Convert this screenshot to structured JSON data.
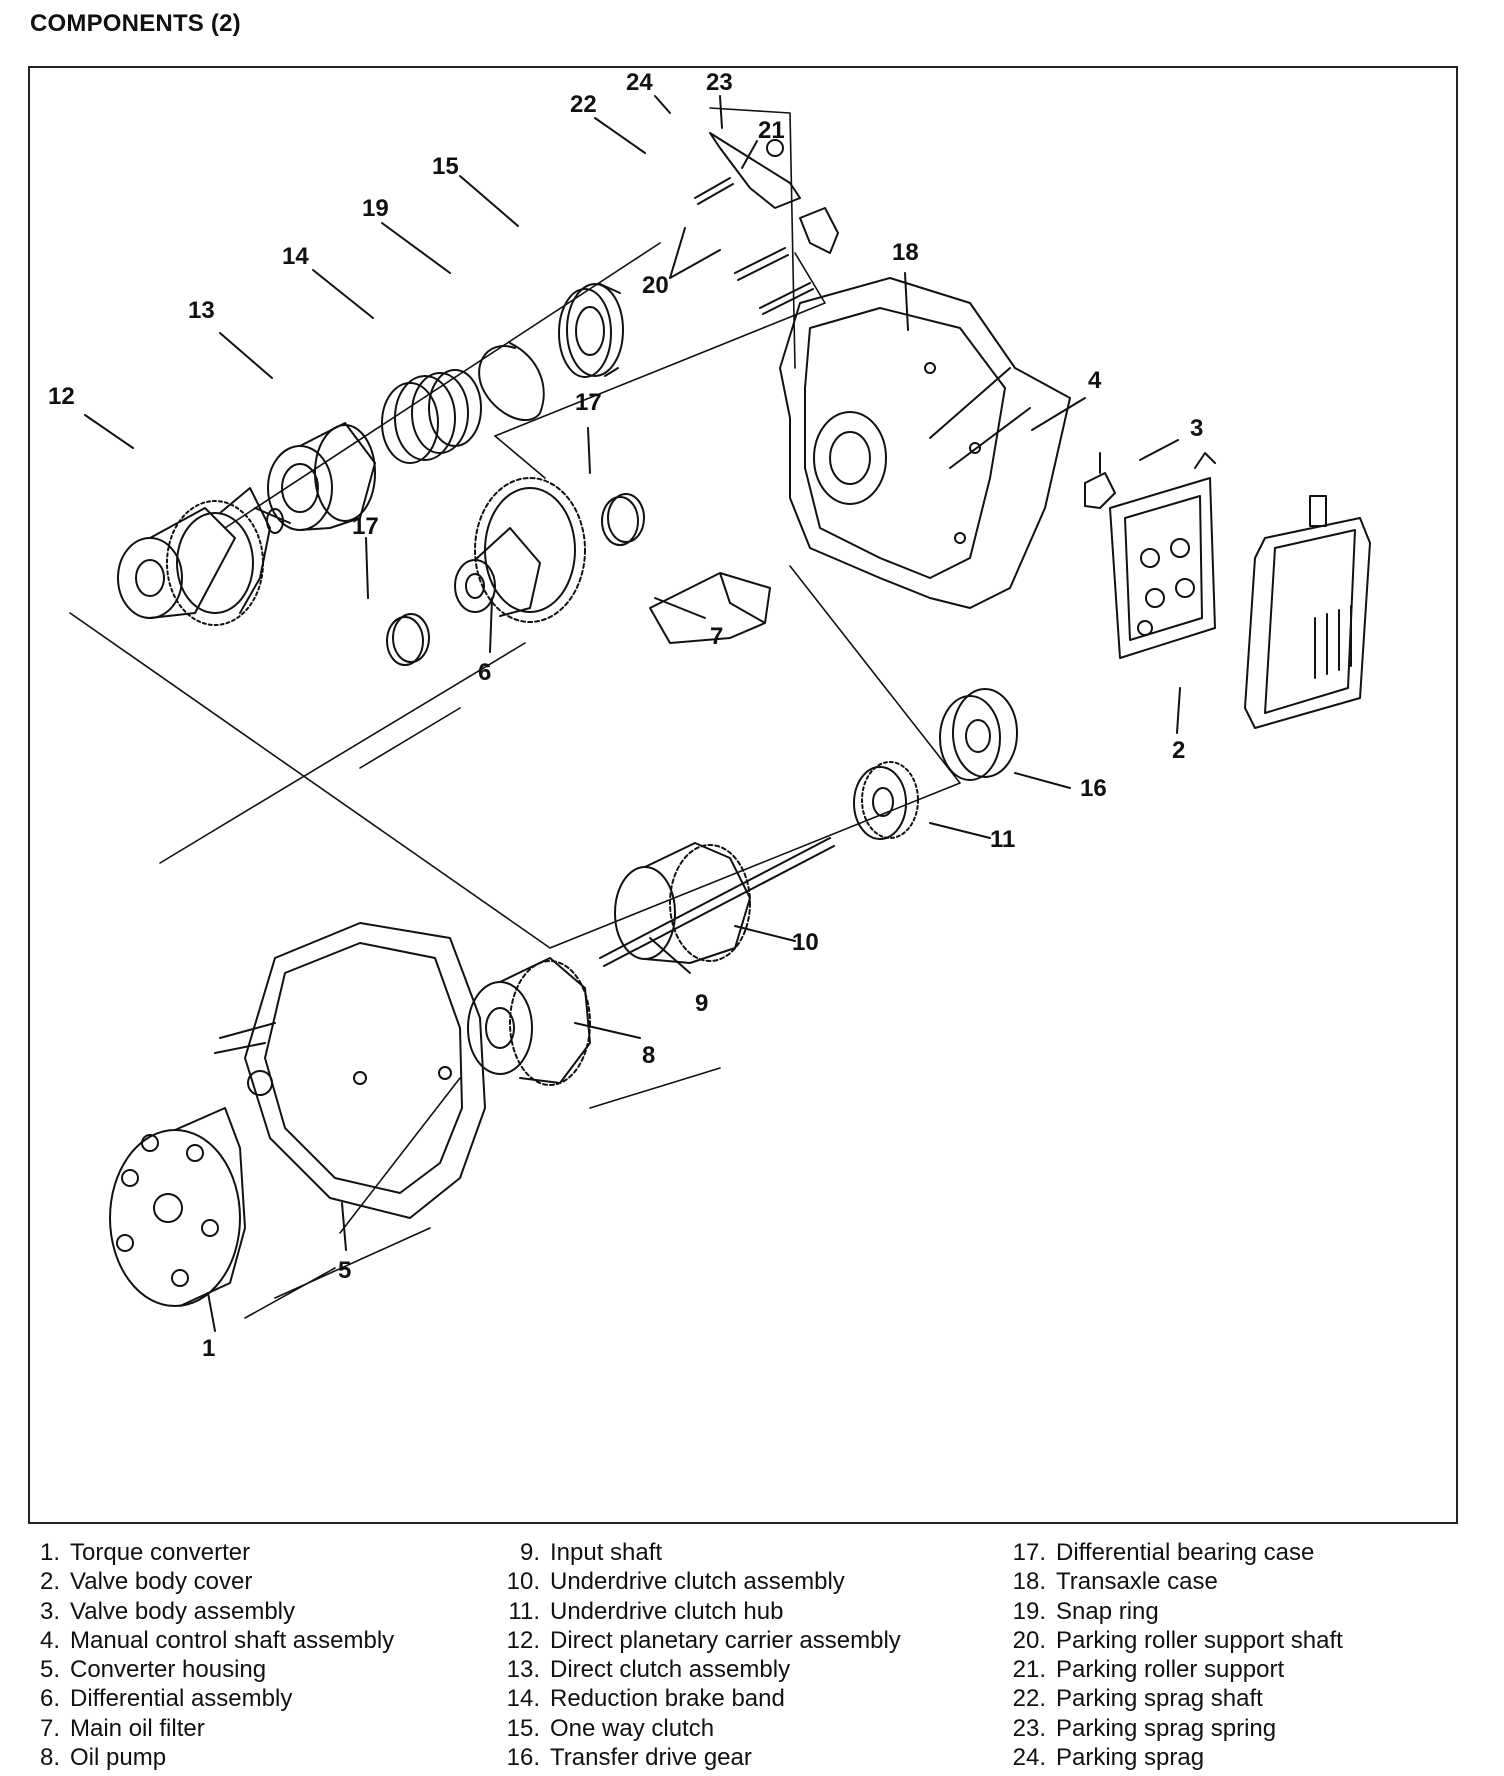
{
  "title": "COMPONENTS (2)",
  "callouts": {
    "c1": "1",
    "c2": "2",
    "c3": "3",
    "c4": "4",
    "c5": "5",
    "c6": "6",
    "c7": "7",
    "c8": "8",
    "c9": "9",
    "c10": "10",
    "c11": "11",
    "c12": "12",
    "c13": "13",
    "c14": "14",
    "c15": "15",
    "c16": "16",
    "c17a": "17",
    "c17b": "17",
    "c18": "18",
    "c19": "19",
    "c20": "20",
    "c21": "21",
    "c22": "22",
    "c23": "23",
    "c24": "24"
  },
  "legend": [
    [
      {
        "num": "1.",
        "label": "Torque converter"
      },
      {
        "num": "2.",
        "label": "Valve body cover"
      },
      {
        "num": "3.",
        "label": "Valve body assembly"
      },
      {
        "num": "4.",
        "label": "Manual control shaft assembly"
      },
      {
        "num": "5.",
        "label": "Converter housing"
      },
      {
        "num": "6.",
        "label": "Differential assembly"
      },
      {
        "num": "7.",
        "label": "Main oil filter"
      },
      {
        "num": "8.",
        "label": "Oil pump"
      }
    ],
    [
      {
        "num": "9.",
        "label": "Input shaft"
      },
      {
        "num": "10.",
        "label": "Underdrive clutch assembly"
      },
      {
        "num": "11.",
        "label": "Underdrive clutch hub"
      },
      {
        "num": "12.",
        "label": "Direct planetary carrier assembly"
      },
      {
        "num": "13.",
        "label": "Direct clutch assembly"
      },
      {
        "num": "14.",
        "label": "Reduction brake band"
      },
      {
        "num": "15.",
        "label": "One way clutch"
      },
      {
        "num": "16.",
        "label": "Transfer drive gear"
      }
    ],
    [
      {
        "num": "17.",
        "label": "Differential bearing case"
      },
      {
        "num": "18.",
        "label": "Transaxle case"
      },
      {
        "num": "19.",
        "label": "Snap ring"
      },
      {
        "num": "20.",
        "label": "Parking roller support shaft"
      },
      {
        "num": "21.",
        "label": "Parking roller support"
      },
      {
        "num": "22.",
        "label": "Parking sprag shaft"
      },
      {
        "num": "23.",
        "label": "Parking sprag spring"
      },
      {
        "num": "24.",
        "label": "Parking sprag"
      }
    ]
  ]
}
